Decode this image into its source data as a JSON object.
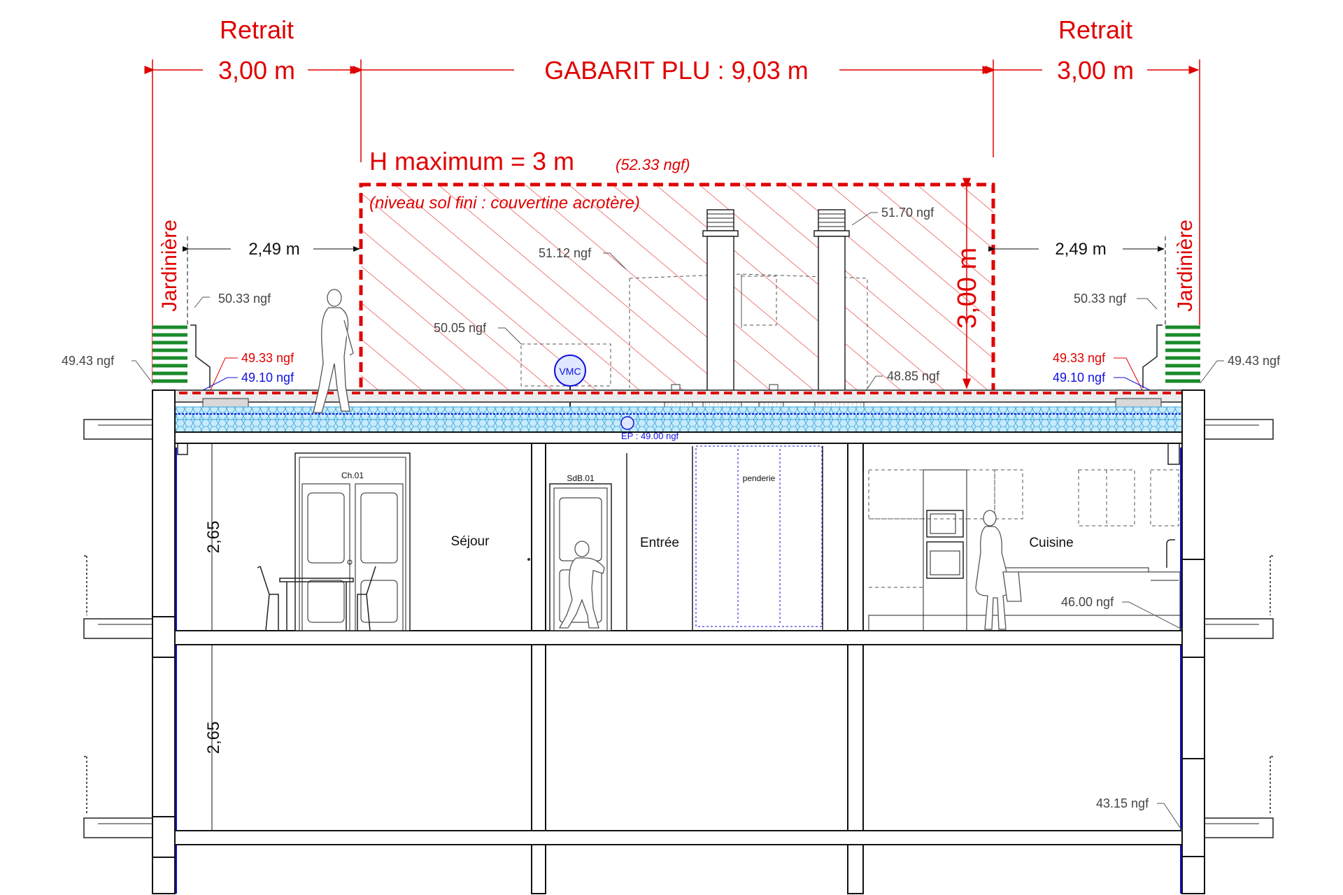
{
  "top_dims": {
    "retrait_left_title": "Retrait",
    "retrait_left_value": "3,00 m",
    "gabarit": "GABARIT PLU : 9,03 m",
    "retrait_right_title": "Retrait",
    "retrait_right_value": "3,00 m"
  },
  "hmax": {
    "title": "H maximum = 3 m",
    "ngf": "(52.33 ngf)",
    "note": "(niveau sol fini : couvertine acrotère)",
    "vertical_dim": "3,00 m"
  },
  "side": {
    "left_jardiniere": "Jardinière",
    "right_jardiniere": "Jardinière",
    "left_dim": "2,49 m",
    "right_dim": "2,49 m"
  },
  "levels": {
    "l_50_33": "50.33 ngf",
    "l_49_43": "49.43 ngf",
    "l_49_33": "49.33 ngf",
    "l_49_10": "49.10 ngf",
    "r_50_33": "50.33 ngf",
    "r_49_43": "49.43 ngf",
    "r_49_33": "49.33 ngf",
    "r_49_10": "49.10 ngf",
    "l_50_05": "50.05 ngf",
    "l_51_12": "51.12 ngf",
    "l_51_70": "51.70 ngf",
    "l_48_85": "48.85 ngf",
    "ep": "EP : 49.00 ngf",
    "l_46_00": "46.00 ngf",
    "l_43_15": "43.15 ngf"
  },
  "equipment": {
    "vmc": "VMC"
  },
  "rooms": {
    "ch01": "Ch.01",
    "sejour": "Séjour",
    "sdb01": "SdB.01",
    "entree": "Entrée",
    "penderie": "penderie",
    "cuisine": "Cuisine"
  },
  "storey": {
    "upper": "2,65",
    "lower": "2,65"
  },
  "colors": {
    "dimension_red": "#e00000",
    "level_blue": "#1010e0",
    "planter_green": "#1a8a2a",
    "insulation_blue": "#8fd0ef"
  }
}
